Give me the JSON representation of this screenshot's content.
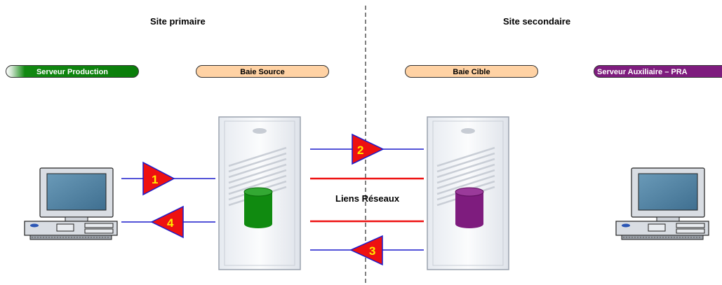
{
  "sites": {
    "primary_label": "Site primaire",
    "secondary_label": "Site secondaire"
  },
  "boxes": {
    "production_server": "Serveur Production",
    "source_array": "Baie Source",
    "target_array": "Baie Cible",
    "auxiliary_server": "Serveur Auxiliaire – PRA"
  },
  "network_links_label": "Liens Réseaux",
  "steps": [
    "1",
    "2",
    "3",
    "4"
  ],
  "colors": {
    "production": "#0a7d0a",
    "array_label_bg": "#ffd2a4",
    "auxiliary": "#7e1c7e",
    "link_blue": "#1a1acc",
    "link_red": "#ee1111",
    "step_fill": "#ee1111",
    "step_text": "#ffee00",
    "source_db": "#108a10",
    "target_db": "#7e1c7e"
  },
  "icons": [
    "desktop-computer-icon",
    "storage-array-icon",
    "database-icon",
    "step-arrow-icon"
  ]
}
